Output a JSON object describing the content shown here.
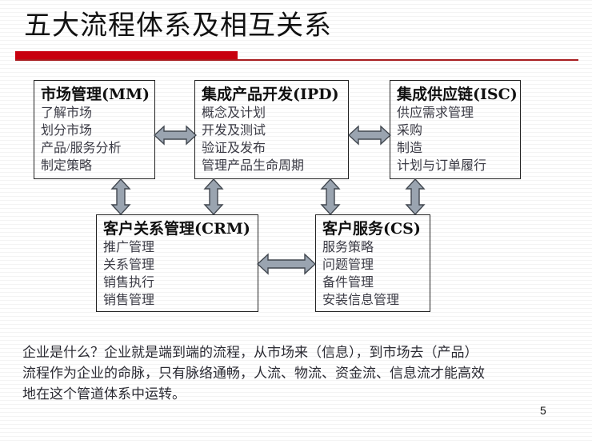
{
  "slide": {
    "title": "五大流程体系及相互关系",
    "page_number": "5",
    "accent_color": "#c8000f",
    "rule_color": "#a81d20",
    "arrow_fill": "#9aa4b0",
    "arrow_stroke": "#41474f"
  },
  "boxes": [
    {
      "id": "mm",
      "title": "市场管理(MM)",
      "items": [
        "了解市场",
        "划分市场",
        "产品/服务分析",
        "制定策略"
      ]
    },
    {
      "id": "ipd",
      "title": "集成产品开发(IPD)",
      "items": [
        "概念及计划",
        "开发及测试",
        "验证及发布",
        "管理产品生命周期"
      ]
    },
    {
      "id": "isc",
      "title": "集成供应链(ISC)",
      "items": [
        "供应需求管理",
        "采购",
        "制造",
        "计划与订单履行"
      ]
    },
    {
      "id": "crm",
      "title": "客户关系管理(CRM)",
      "items": [
        "推广管理",
        "关系管理",
        "销售执行",
        "销售管理"
      ]
    },
    {
      "id": "cs",
      "title": "客户服务(CS)",
      "items": [
        "服务策略",
        "问题管理",
        "备件管理",
        "安装信息管理"
      ]
    }
  ],
  "connectors": [
    {
      "id": "mm-ipd",
      "from": "mm",
      "to": "ipd",
      "direction": "horizontal-bidirectional"
    },
    {
      "id": "ipd-isc",
      "from": "ipd",
      "to": "isc",
      "direction": "horizontal-bidirectional"
    },
    {
      "id": "crm-cs",
      "from": "crm",
      "to": "cs",
      "direction": "horizontal-bidirectional"
    },
    {
      "id": "mm-crm",
      "from": "mm",
      "to": "crm",
      "direction": "vertical-bidirectional"
    },
    {
      "id": "ipd-crm",
      "from": "ipd",
      "to": "crm",
      "direction": "vertical-bidirectional"
    },
    {
      "id": "ipd-cs",
      "from": "ipd",
      "to": "cs",
      "direction": "vertical-bidirectional"
    },
    {
      "id": "isc-cs",
      "from": "isc",
      "to": "cs",
      "direction": "vertical-bidirectional"
    }
  ],
  "footnote": {
    "line1": "企业是什么？企业就是端到端的流程，从市场来（信息），到市场去（产品）",
    "line2": "流程作为企业的命脉，只有脉络通畅，人流、物流、资金流、信息流才能高效",
    "line3": "地在这个管道体系中运转。"
  }
}
